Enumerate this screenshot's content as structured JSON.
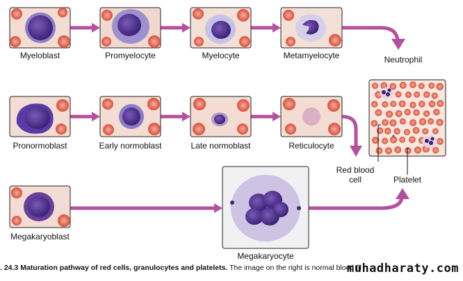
{
  "cells": [
    {
      "id": "myeloblast",
      "label": "Myeloblast"
    },
    {
      "id": "promyelocyte",
      "label": "Promyelocyte"
    },
    {
      "id": "myelocyte",
      "label": "Myelocyte"
    },
    {
      "id": "metamyelocyte",
      "label": "Metamyelocyte"
    },
    {
      "id": "pronormoblast",
      "label": "Pronormoblast"
    },
    {
      "id": "early-normoblast",
      "label": "Early normoblast"
    },
    {
      "id": "late-normoblast",
      "label": "Late normoblast"
    },
    {
      "id": "reticulocyte",
      "label": "Reticulocyte"
    },
    {
      "id": "megakaryoblast",
      "label": "Megakaryoblast"
    },
    {
      "id": "megakaryocyte",
      "label": "Megakaryocyte"
    }
  ],
  "mature_cells": {
    "neutrophil": "Neutrophil",
    "red_blood_cell": "Red blood\ncell",
    "platelet": "Platelet"
  },
  "caption": {
    "prefix": ". 24.3",
    "title": "Maturation pathway of red cells, granulocytes and platelets.",
    "text": "The image on the right is normal blood film."
  },
  "watermark": "muhadharaty.com",
  "colors": {
    "arrow": "#b5509e",
    "rbc": "#e8624e",
    "nucleus": "#4a2a8a",
    "cytoplasm": "#9a8ccf"
  }
}
